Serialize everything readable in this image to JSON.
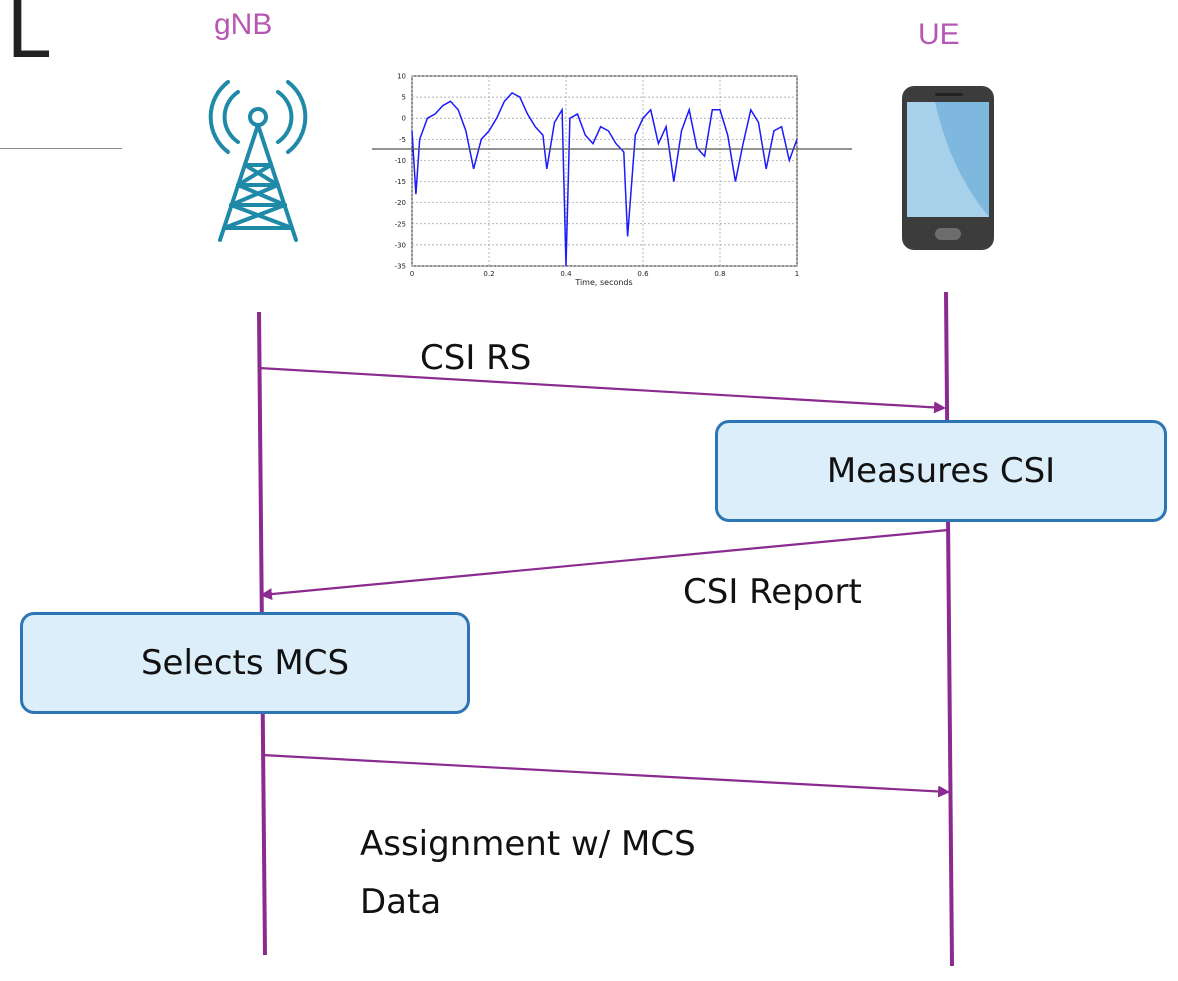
{
  "header": {
    "partial_title": "L"
  },
  "actors": {
    "gnb": {
      "label": "gNB",
      "icon": "cell-tower-icon",
      "color": "#b857b3"
    },
    "ue": {
      "label": "UE",
      "icon": "smartphone-icon",
      "color": "#b857b3"
    }
  },
  "messages": {
    "csi_rs": "CSI RS",
    "csi_report": "CSI Report",
    "assignment_line1": "Assignment w/ MCS",
    "assignment_line2": "Data"
  },
  "process_boxes": {
    "measures": "Measures CSI",
    "selects": "Selects MCS"
  },
  "colors": {
    "lifeline": "#8b2a8f",
    "box_fill": "#dbeefa",
    "box_border": "#2e75b6",
    "tower": "#1f8aa8"
  },
  "chart_data": {
    "type": "line",
    "xlabel": "Time, seconds",
    "ylabel": "",
    "xlim": [
      0,
      1
    ],
    "ylim": [
      -35,
      10
    ],
    "x_ticks": [
      "0",
      "0.2",
      "0.4",
      "0.6",
      "0.8",
      "1"
    ],
    "y_ticks": [
      "10",
      "5",
      "0",
      "-5",
      "-10",
      "-15",
      "-20",
      "-25",
      "-30",
      "-35"
    ],
    "grid": true,
    "series": [
      {
        "color": "#1a1aff",
        "x": [
          0,
          0.01,
          0.02,
          0.04,
          0.06,
          0.08,
          0.1,
          0.12,
          0.14,
          0.16,
          0.18,
          0.2,
          0.22,
          0.24,
          0.26,
          0.28,
          0.3,
          0.32,
          0.34,
          0.35,
          0.37,
          0.39,
          0.4,
          0.41,
          0.43,
          0.45,
          0.47,
          0.49,
          0.51,
          0.53,
          0.55,
          0.56,
          0.58,
          0.6,
          0.62,
          0.64,
          0.66,
          0.68,
          0.7,
          0.72,
          0.74,
          0.76,
          0.78,
          0.8,
          0.82,
          0.84,
          0.86,
          0.88,
          0.9,
          0.92,
          0.94,
          0.96,
          0.98,
          1
        ],
        "values": [
          -3,
          -18,
          -5,
          0,
          1,
          3,
          4,
          2,
          -3,
          -12,
          -5,
          -3,
          0,
          4,
          6,
          5,
          1,
          -2,
          -4,
          -12,
          -1,
          2,
          -35,
          0,
          1,
          -4,
          -6,
          -2,
          -3,
          -6,
          -8,
          -28,
          -4,
          0,
          2,
          -6,
          -2,
          -15,
          -3,
          2,
          -7,
          -9,
          2,
          2,
          -4,
          -15,
          -6,
          2,
          -1,
          -12,
          -3,
          -2,
          -10,
          -5
        ]
      }
    ]
  }
}
